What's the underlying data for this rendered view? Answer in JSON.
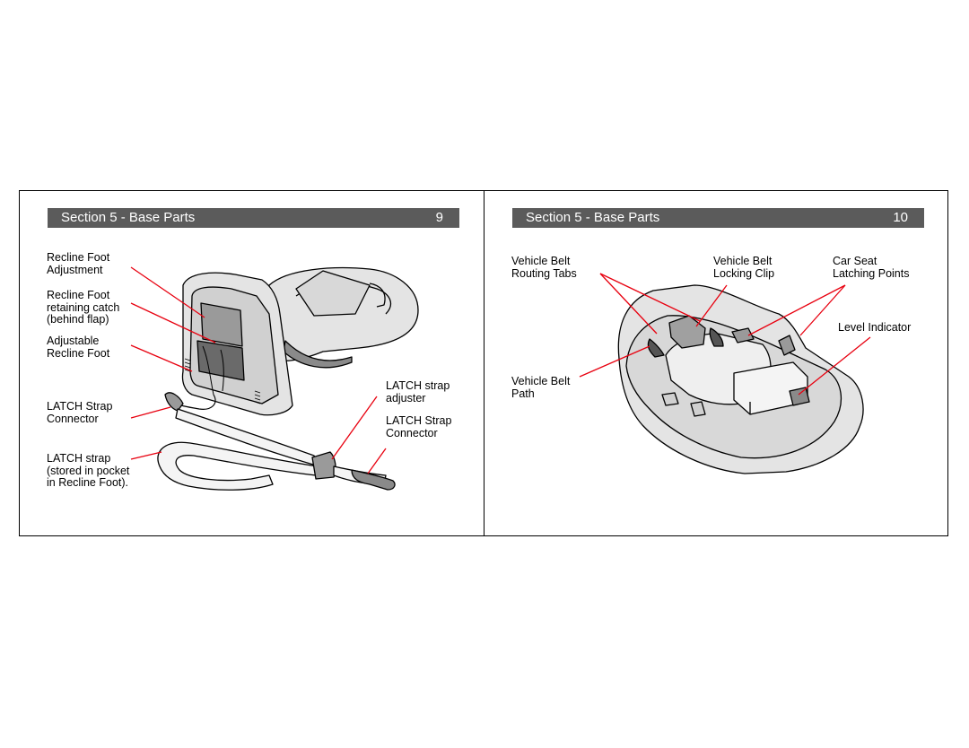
{
  "left_page": {
    "header": {
      "title": "Section 5 - Base Parts",
      "page_number": "9"
    },
    "labels": {
      "recline_foot_adjustment": "Recline Foot\nAdjustment",
      "recline_foot_retaining_catch": "Recline Foot\nretaining catch\n(behind flap)",
      "adjustable_recline_foot": "Adjustable\nRecline Foot",
      "latch_strap_connector_left": "LATCH Strap\nConnector",
      "latch_strap_stored": "LATCH strap\n(stored in pocket\nin Recline Foot).",
      "latch_strap_adjuster": "LATCH strap\nadjuster",
      "latch_strap_connector_right": "LATCH Strap\nConnector"
    }
  },
  "right_page": {
    "header": {
      "title": "Section 5 - Base Parts",
      "page_number": "10"
    },
    "labels": {
      "vehicle_belt_routing_tabs": "Vehicle Belt\nRouting Tabs",
      "vehicle_belt_locking_clip": "Vehicle Belt\nLocking Clip",
      "car_seat_latching_points": "Car Seat\nLatching Points",
      "level_indicator": "Level Indicator",
      "vehicle_belt_path": "Vehicle Belt\nPath"
    }
  },
  "colors": {
    "header_bg": "#5b5b5b",
    "header_text": "#ffffff",
    "callout_line": "#e8000f"
  }
}
